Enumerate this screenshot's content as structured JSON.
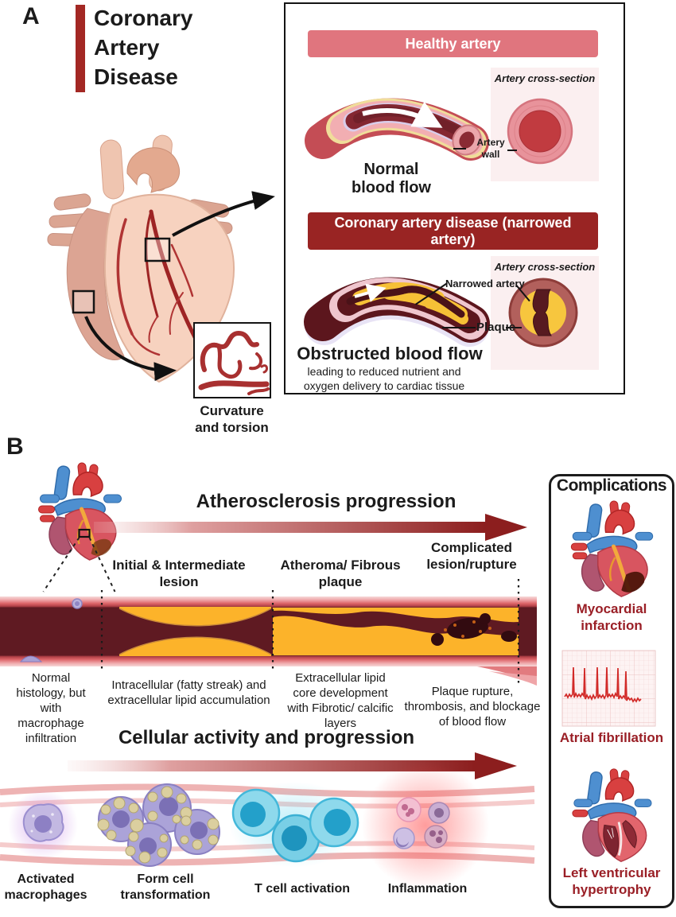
{
  "figure": {
    "panel_a_label": "A",
    "panel_b_label": "B"
  },
  "panel_a": {
    "title": "Coronary Artery Disease",
    "inset_caption": "Curvature and torsion",
    "healthy": {
      "header": "Healthy artery",
      "cross_section_label": "Artery cross-section",
      "wall_label": "Artery wall",
      "flow_label": "Normal blood flow"
    },
    "diseased": {
      "header": "Coronary artery disease (narrowed artery)",
      "cross_section_label": "Artery cross-section",
      "narrowed_label": "Narrowed artery",
      "plaque_label": "Plaque",
      "flow_label": "Obstructed blood flow",
      "flow_sublabel": "leading to reduced nutrient and oxygen delivery to cardiac tissue"
    }
  },
  "panel_b": {
    "progression_title": "Atherosclerosis progression",
    "baseline_description": "Normal histology, but with macrophage infiltration",
    "stages": [
      {
        "title": "Initial & Intermediate lesion",
        "description": "Intracellular (fatty streak) and extracellular lipid accumulation"
      },
      {
        "title": "Atheroma/ Fibrous plaque",
        "description": "Extracellular lipid core development with Fibrotic/ calcific layers"
      },
      {
        "title": "Complicated lesion/rupture",
        "description": "Plaque rupture, thrombosis, and blockage of blood flow"
      }
    ],
    "cellular_title": "Cellular activity and progression",
    "cell_stages": [
      "Activated macrophages",
      "Form cell transformation",
      "T cell activation",
      "Inflammation"
    ]
  },
  "complications": {
    "title": "Complications",
    "items": [
      "Myocardial infarction",
      "Atrial fibrillation",
      "Left ventricular hypertrophy"
    ]
  },
  "colors": {
    "header_pink": "#e0757e",
    "header_dark_red": "#992423",
    "plaque_yellow": "#f8c33c",
    "lumen_maroon": "#5f1a22",
    "complication_label": "#9a1f26",
    "arrow_dark": "#8c1e1e"
  }
}
